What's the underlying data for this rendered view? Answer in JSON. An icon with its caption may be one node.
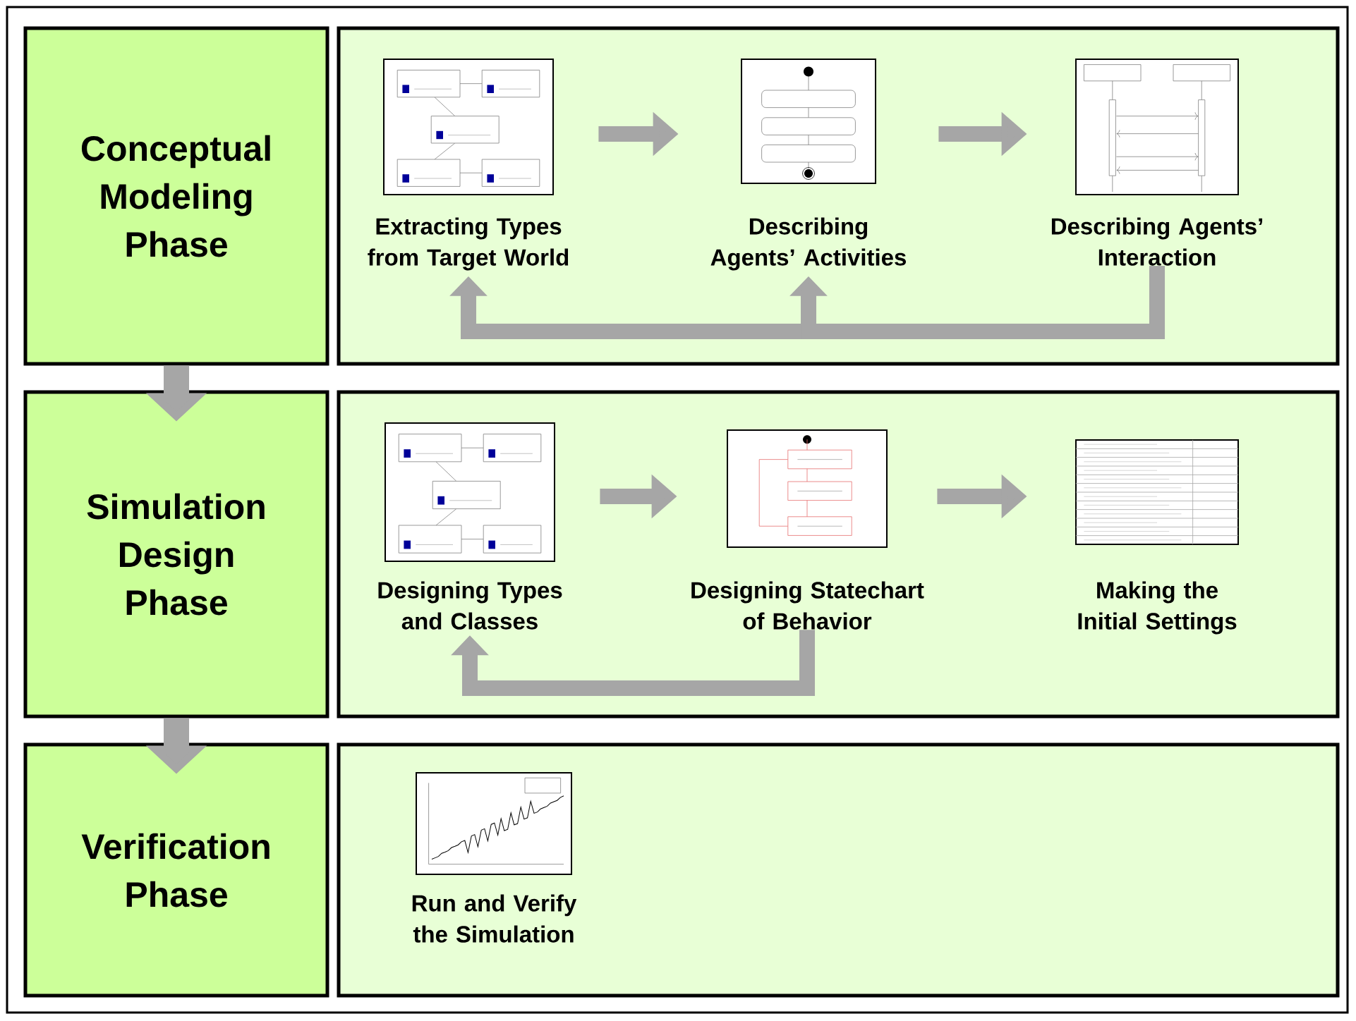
{
  "diagram": {
    "nodes": [
      {
        "text": [
          "Conceptual Modeling Phase"
        ]
      },
      {
        "text": [],
        "shape": "box"
      },
      {
        "text": [
          "Extracting Types from Target World"
        ],
        "in": 1
      },
      {
        "text": [
          "Describing Agents’ Activities"
        ],
        "in": 1
      },
      {
        "text": [
          "Describing Agents’ Interaction"
        ],
        "in": 1
      },
      {
        "text": [
          "Simulation Design Phase"
        ]
      },
      {
        "text": [],
        "shape": "box"
      },
      {
        "text": [
          "Designing Types and Classes"
        ],
        "in": 6
      },
      {
        "text": [
          "Designing Statechart of Behavior"
        ],
        "in": 6
      },
      {
        "text": [
          "Making the Initial Settings"
        ],
        "in": 6
      },
      {
        "text": [
          "Verification Phase"
        ]
      },
      {
        "text": [],
        "shape": "box"
      },
      {
        "text": [
          "Run and Verify the Simulation"
        ],
        "in": 11
      }
    ],
    "edges": [
      {
        "from": 2,
        "to": 3,
        "arrow": "to"
      },
      {
        "from": 3,
        "to": 4,
        "arrow": "to"
      },
      {
        "from": 4,
        "to": 2,
        "arrow": "to"
      },
      {
        "from": 4,
        "to": 3,
        "arrow": "to"
      },
      {
        "from": 0,
        "to": 5,
        "arrow": "to"
      },
      {
        "from": 5,
        "to": 10,
        "arrow": "to"
      },
      {
        "from": 7,
        "to": 8,
        "arrow": "to"
      },
      {
        "from": 8,
        "to": 9,
        "arrow": "to"
      },
      {
        "from": 8,
        "to": 7,
        "arrow": "to"
      }
    ]
  }
}
